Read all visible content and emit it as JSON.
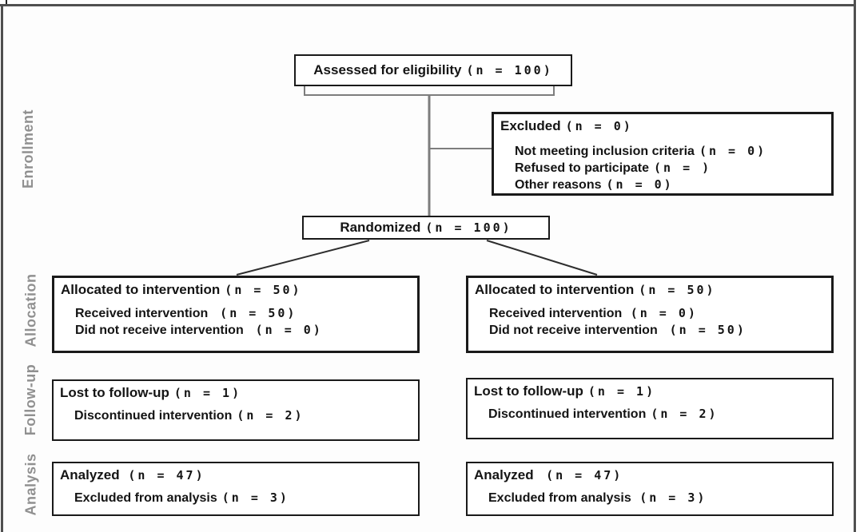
{
  "stages": [
    "Enrollment",
    "Allocation",
    "Follow-up",
    "Analysis"
  ],
  "boxes": {
    "assessed": {
      "lines": [
        {
          "t": "Assessed for eligibility",
          "n": "(n = 100)"
        }
      ]
    },
    "excluded": {
      "lines": [
        {
          "t": "Excluded",
          "n": "(n = 0)"
        },
        {
          "t": "Not meeting inclusion criteria",
          "n": "(n = 0)"
        },
        {
          "t": "Refused to participate",
          "n": "(n = )"
        },
        {
          "t": "Other reasons",
          "n": "(n = 0)"
        }
      ]
    },
    "randomized": {
      "lines": [
        {
          "t": "Randomized",
          "n": "(n = 100)"
        }
      ]
    },
    "alloc_left": {
      "lines": [
        {
          "t": "Allocated to intervention",
          "n": "(n = 50)"
        },
        {
          "t": "Received intervention  ",
          "n": "(n = 50)"
        },
        {
          "t": "Did not receive intervention  ",
          "n": "(n = 0)"
        }
      ]
    },
    "alloc_right": {
      "lines": [
        {
          "t": "Allocated to intervention",
          "n": "(n = 50)"
        },
        {
          "t": "Received intervention ",
          "n": "(n = 0)"
        },
        {
          "t": "Did not receive intervention  ",
          "n": "(n = 50)"
        }
      ]
    },
    "followup_left": {
      "lines": [
        {
          "t": "Lost to follow-up",
          "n": "(n = 1)"
        },
        {
          "t": "Discontinued intervention",
          "n": "(n = 2)"
        }
      ]
    },
    "followup_right": {
      "lines": [
        {
          "t": "Lost to follow-up",
          "n": "(n = 1)"
        },
        {
          "t": "Discontinued intervention",
          "n": "(n = 2)"
        }
      ]
    },
    "analysis_left": {
      "lines": [
        {
          "t": "Analyzed ",
          "n": "(n = 47)"
        },
        {
          "t": "Excluded from analysis",
          "n": "(n = 3)"
        }
      ]
    },
    "analysis_right": {
      "lines": [
        {
          "t": "Analyzed  ",
          "n": "(n = 47)"
        },
        {
          "t": "Excluded from analysis ",
          "n": "(n = 3)"
        }
      ]
    }
  },
  "colors": {
    "box_border": "#1a1a1a",
    "connector_gray": "#7d7d7d",
    "diagonal": "#2e2e2e",
    "frame": "#4f4f4f",
    "stage_label": "#909090",
    "text": "#141414"
  }
}
